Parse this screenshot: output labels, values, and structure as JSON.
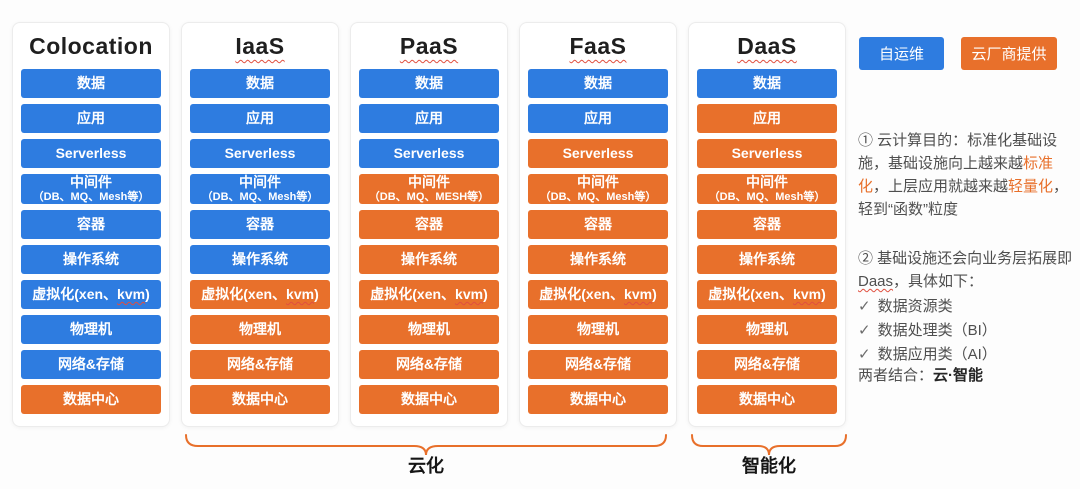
{
  "colors": {
    "self_ops": "#2e7ce0",
    "vendor": "#e8702b",
    "highlight": "#e8702b",
    "squiggle": "#e04f3f"
  },
  "legend": {
    "self_label": "自运维",
    "vendor_label": "云厂商提供"
  },
  "columns": [
    {
      "title": "Colocation",
      "title_flagged": false,
      "layers": [
        {
          "name": "data",
          "provider": "self",
          "lines": [
            [
              {
                "t": "数据"
              }
            ]
          ]
        },
        {
          "name": "app",
          "provider": "self",
          "lines": [
            [
              {
                "t": "应用"
              }
            ]
          ]
        },
        {
          "name": "serverless",
          "provider": "self",
          "lines": [
            [
              {
                "t": "Serverless"
              }
            ]
          ]
        },
        {
          "name": "middleware",
          "provider": "self",
          "lines": [
            [
              {
                "t": "中间件"
              }
            ],
            [
              {
                "t": "（DB、MQ、Mesh等）"
              }
            ]
          ]
        },
        {
          "name": "container",
          "provider": "self",
          "lines": [
            [
              {
                "t": "容器"
              }
            ]
          ]
        },
        {
          "name": "os",
          "provider": "self",
          "lines": [
            [
              {
                "t": "操作系统"
              }
            ]
          ]
        },
        {
          "name": "virtualization",
          "provider": "self",
          "lines": [
            [
              {
                "t": "虚拟化(xen、"
              },
              {
                "t": "kvm",
                "wavy": true
              },
              {
                "t": ")"
              }
            ]
          ]
        },
        {
          "name": "physical-machine",
          "provider": "self",
          "lines": [
            [
              {
                "t": "物理机"
              }
            ]
          ]
        },
        {
          "name": "network-storage",
          "provider": "self",
          "lines": [
            [
              {
                "t": "网络&存储"
              }
            ]
          ]
        },
        {
          "name": "datacenter",
          "provider": "vendor",
          "lines": [
            [
              {
                "t": "数据中心"
              }
            ]
          ]
        }
      ]
    },
    {
      "title": "IaaS",
      "title_flagged": true,
      "layers": [
        {
          "name": "data",
          "provider": "self",
          "lines": [
            [
              {
                "t": "数据"
              }
            ]
          ]
        },
        {
          "name": "app",
          "provider": "self",
          "lines": [
            [
              {
                "t": "应用"
              }
            ]
          ]
        },
        {
          "name": "serverless",
          "provider": "self",
          "lines": [
            [
              {
                "t": "Serverless"
              }
            ]
          ]
        },
        {
          "name": "middleware",
          "provider": "self",
          "lines": [
            [
              {
                "t": "中间件"
              }
            ],
            [
              {
                "t": "（DB、MQ、Mesh等）"
              }
            ]
          ]
        },
        {
          "name": "container",
          "provider": "self",
          "lines": [
            [
              {
                "t": "容器"
              }
            ]
          ]
        },
        {
          "name": "os",
          "provider": "self",
          "lines": [
            [
              {
                "t": "操作系统"
              }
            ]
          ]
        },
        {
          "name": "virtualization",
          "provider": "vendor",
          "lines": [
            [
              {
                "t": "虚拟化(xen、"
              },
              {
                "t": "kvm",
                "wavy": true
              },
              {
                "t": ")"
              }
            ]
          ]
        },
        {
          "name": "physical-machine",
          "provider": "vendor",
          "lines": [
            [
              {
                "t": "物理机"
              }
            ]
          ]
        },
        {
          "name": "network-storage",
          "provider": "vendor",
          "lines": [
            [
              {
                "t": "网络&存储"
              }
            ]
          ]
        },
        {
          "name": "datacenter",
          "provider": "vendor",
          "lines": [
            [
              {
                "t": "数据中心"
              }
            ]
          ]
        }
      ]
    },
    {
      "title": "PaaS",
      "title_flagged": true,
      "layers": [
        {
          "name": "data",
          "provider": "self",
          "lines": [
            [
              {
                "t": "数据"
              }
            ]
          ]
        },
        {
          "name": "app",
          "provider": "self",
          "lines": [
            [
              {
                "t": "应用"
              }
            ]
          ]
        },
        {
          "name": "serverless",
          "provider": "self",
          "lines": [
            [
              {
                "t": "Serverless"
              }
            ]
          ]
        },
        {
          "name": "middleware",
          "provider": "vendor",
          "lines": [
            [
              {
                "t": "中间件"
              }
            ],
            [
              {
                "t": "（DB、MQ、MESH等）"
              }
            ]
          ]
        },
        {
          "name": "container",
          "provider": "vendor",
          "lines": [
            [
              {
                "t": "容器"
              }
            ]
          ]
        },
        {
          "name": "os",
          "provider": "vendor",
          "lines": [
            [
              {
                "t": "操作系统"
              }
            ]
          ]
        },
        {
          "name": "virtualization",
          "provider": "vendor",
          "lines": [
            [
              {
                "t": "虚拟化(xen、"
              },
              {
                "t": "kvm",
                "wavy": true
              },
              {
                "t": ")"
              }
            ]
          ]
        },
        {
          "name": "physical-machine",
          "provider": "vendor",
          "lines": [
            [
              {
                "t": "物理机"
              }
            ]
          ]
        },
        {
          "name": "network-storage",
          "provider": "vendor",
          "lines": [
            [
              {
                "t": "网络&存储"
              }
            ]
          ]
        },
        {
          "name": "datacenter",
          "provider": "vendor",
          "lines": [
            [
              {
                "t": "数据中心"
              }
            ]
          ]
        }
      ]
    },
    {
      "title": "FaaS",
      "title_flagged": true,
      "layers": [
        {
          "name": "data",
          "provider": "self",
          "lines": [
            [
              {
                "t": "数据"
              }
            ]
          ]
        },
        {
          "name": "app",
          "provider": "self",
          "lines": [
            [
              {
                "t": "应用"
              }
            ]
          ]
        },
        {
          "name": "serverless",
          "provider": "vendor",
          "lines": [
            [
              {
                "t": "Serverless"
              }
            ]
          ]
        },
        {
          "name": "middleware",
          "provider": "vendor",
          "lines": [
            [
              {
                "t": "中间件"
              }
            ],
            [
              {
                "t": "（DB、MQ、Mesh等）"
              }
            ]
          ]
        },
        {
          "name": "container",
          "provider": "vendor",
          "lines": [
            [
              {
                "t": "容器"
              }
            ]
          ]
        },
        {
          "name": "os",
          "provider": "vendor",
          "lines": [
            [
              {
                "t": "操作系统"
              }
            ]
          ]
        },
        {
          "name": "virtualization",
          "provider": "vendor",
          "lines": [
            [
              {
                "t": "虚拟化(xen、"
              },
              {
                "t": "kvm",
                "wavy": true
              },
              {
                "t": ")"
              }
            ]
          ]
        },
        {
          "name": "physical-machine",
          "provider": "vendor",
          "lines": [
            [
              {
                "t": "物理机"
              }
            ]
          ]
        },
        {
          "name": "network-storage",
          "provider": "vendor",
          "lines": [
            [
              {
                "t": "网络&存储"
              }
            ]
          ]
        },
        {
          "name": "datacenter",
          "provider": "vendor",
          "lines": [
            [
              {
                "t": "数据中心"
              }
            ]
          ]
        }
      ]
    },
    {
      "title": "DaaS",
      "title_flagged": true,
      "layers": [
        {
          "name": "data",
          "provider": "self",
          "lines": [
            [
              {
                "t": "数据"
              }
            ]
          ]
        },
        {
          "name": "app",
          "provider": "vendor",
          "lines": [
            [
              {
                "t": "应用"
              }
            ]
          ]
        },
        {
          "name": "serverless",
          "provider": "vendor",
          "lines": [
            [
              {
                "t": "Serverless"
              }
            ]
          ]
        },
        {
          "name": "middleware",
          "provider": "vendor",
          "lines": [
            [
              {
                "t": "中间件"
              }
            ],
            [
              {
                "t": "（DB、MQ、Mesh等）"
              }
            ]
          ]
        },
        {
          "name": "container",
          "provider": "vendor",
          "lines": [
            [
              {
                "t": "容器"
              }
            ]
          ]
        },
        {
          "name": "os",
          "provider": "vendor",
          "lines": [
            [
              {
                "t": "操作系统"
              }
            ]
          ]
        },
        {
          "name": "virtualization",
          "provider": "vendor",
          "lines": [
            [
              {
                "t": "虚拟化(xen、"
              },
              {
                "t": "kvm",
                "wavy": true
              },
              {
                "t": ")"
              }
            ]
          ]
        },
        {
          "name": "physical-machine",
          "provider": "vendor",
          "lines": [
            [
              {
                "t": "物理机"
              }
            ]
          ]
        },
        {
          "name": "network-storage",
          "provider": "vendor",
          "lines": [
            [
              {
                "t": "网络&存储"
              }
            ]
          ]
        },
        {
          "name": "datacenter",
          "provider": "vendor",
          "lines": [
            [
              {
                "t": "数据中心"
              }
            ]
          ]
        }
      ]
    }
  ],
  "notes": {
    "note1": {
      "seg1": "① 云计算目的：标准化基础设施，基础设施向上越来越",
      "hl1": "标准化",
      "seg2": "，上层应用就越来越",
      "hl2": "轻量化",
      "seg3": "，轻到“函数”粒度"
    },
    "note2": {
      "seg1": "② 基础设施还会向业务层拓展即",
      "flagged": "Daas",
      "seg2": "，具体如下："
    },
    "check": "✓",
    "items": [
      "数据资源类",
      "数据处理类（BI）",
      "数据应用类（AI）"
    ],
    "note3": {
      "pre": "两者结合：",
      "bold": "云·智能"
    }
  },
  "braces": [
    {
      "label": "云化"
    },
    {
      "label": "智能化"
    }
  ]
}
